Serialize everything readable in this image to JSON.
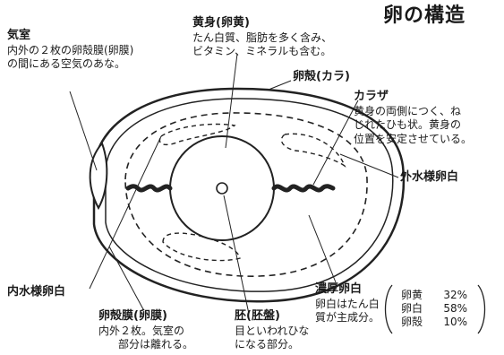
{
  "title": "卵の構造",
  "kishitsu": {
    "name": "気室",
    "desc": [
      "内外の２枚の卵殻膜(卵膜)",
      "の間にある空気のあな。"
    ]
  },
  "ouzyu": {
    "name": "黄身(卵黄)",
    "desc": [
      "たん白質、脂肪を多く含み、",
      "ビタミン、ミネラルも含む。"
    ]
  },
  "rankaku": {
    "name": "卵殻(カラ)"
  },
  "karaza": {
    "name": "カラザ",
    "desc": [
      "黄身の両側につく、ね",
      "じれたひも状。黄身の",
      "位置を安定させている。"
    ]
  },
  "sotosuiyou": {
    "name": "外水様卵白"
  },
  "uchisuiyou": {
    "name": "内水様卵白"
  },
  "noukou": {
    "name": "濃厚卵白",
    "desc": [
      "卵白はたん白",
      "質が主成分。"
    ]
  },
  "rankakumaku": {
    "name": "卵殻膜(卵膜)",
    "desc": [
      "内外２枚。気室の",
      "部分は離れる。"
    ]
  },
  "hai": {
    "name": "胚(胚盤)",
    "desc": [
      "目といわれひな",
      "になる部分。"
    ]
  },
  "ratios": [
    {
      "label": "卵黄",
      "value": "32%"
    },
    {
      "label": "卵白",
      "value": "58%"
    },
    {
      "label": "卵殻",
      "value": "10%"
    }
  ]
}
